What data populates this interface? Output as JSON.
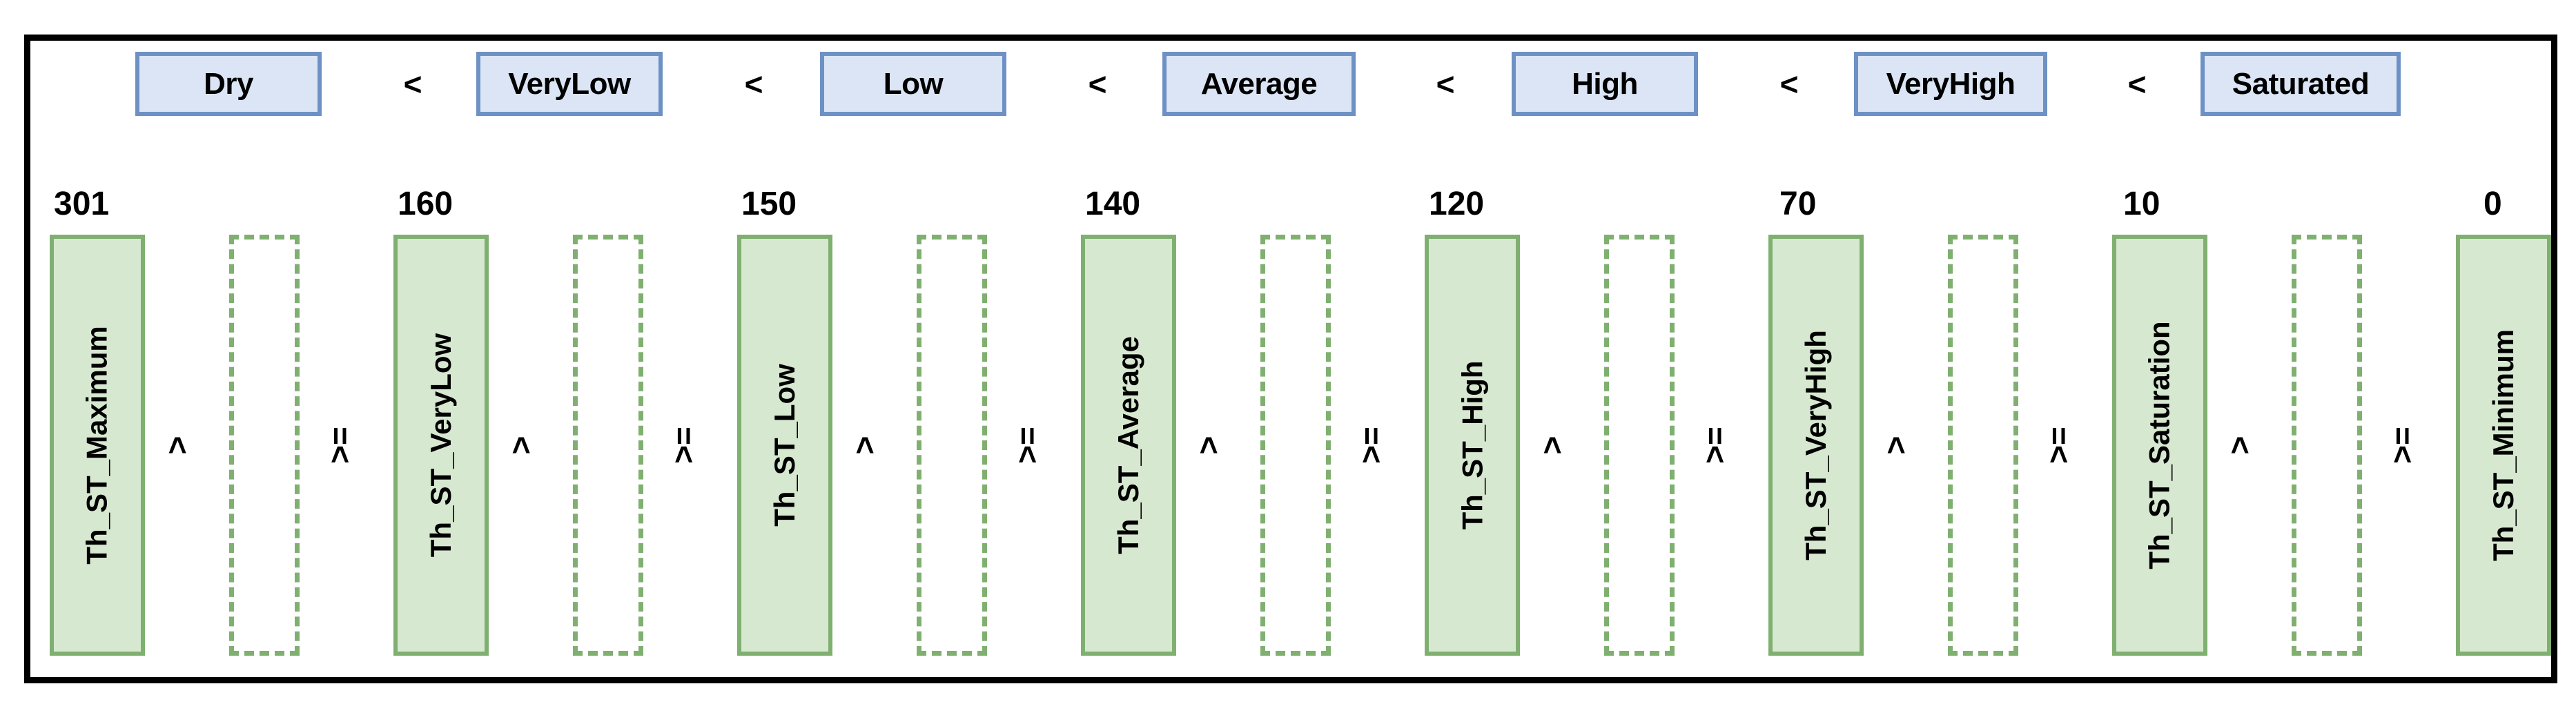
{
  "colors": {
    "category_fill": "#dbe5f5",
    "category_border": "#6d91c4",
    "threshold_fill": "#d7e8d0",
    "threshold_border": "#7fb070",
    "frame": "#000000",
    "text": "#000000"
  },
  "categories": [
    {
      "label": "Dry"
    },
    {
      "label": "VeryLow"
    },
    {
      "label": "Low"
    },
    {
      "label": "Average"
    },
    {
      "label": "High"
    },
    {
      "label": "VeryHigh"
    },
    {
      "label": "Saturated"
    }
  ],
  "category_operators": [
    "<",
    "<",
    "<",
    "<",
    "<",
    "<"
  ],
  "thresholds": [
    {
      "value": "301",
      "name": "Th_ST_Maximum"
    },
    {
      "value": "160",
      "name": "Th_ST_VeryLow"
    },
    {
      "value": "150",
      "name": "Th_ST_Low"
    },
    {
      "value": "140",
      "name": "Th_ST_Average"
    },
    {
      "value": "120",
      "name": "Th_ST_High"
    },
    {
      "value": "70",
      "name": "Th_ST_VeryHigh"
    },
    {
      "value": "10",
      "name": "Th_ST_Saturation"
    },
    {
      "value": "0",
      "name": "Th_ST_Minimum"
    }
  ],
  "threshold_operators": [
    {
      "left": ">",
      "right": ">="
    },
    {
      "left": ">",
      "right": ">="
    },
    {
      "left": ">",
      "right": ">="
    },
    {
      "left": ">",
      "right": ">="
    },
    {
      "left": ">",
      "right": ">="
    },
    {
      "left": ">",
      "right": ">="
    },
    {
      "left": ">",
      "right": ">="
    }
  ]
}
